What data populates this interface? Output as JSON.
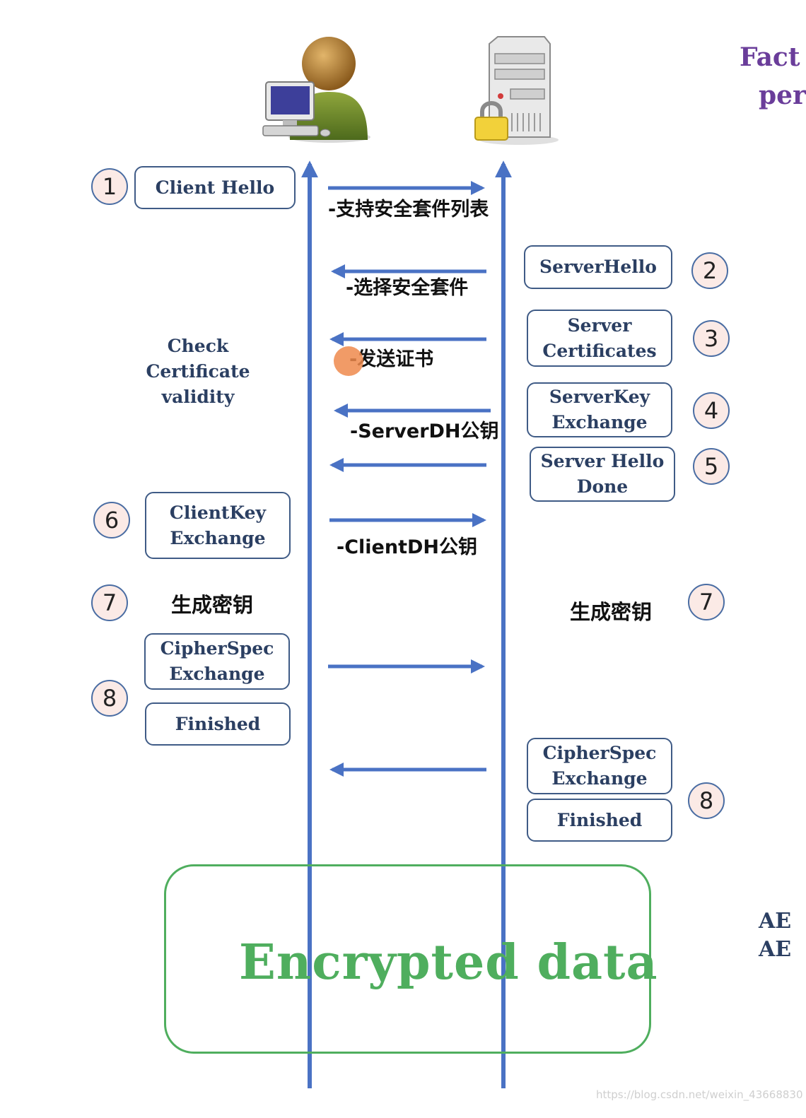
{
  "colors": {
    "line_blue": "#4a72c4",
    "box_border": "#3f5b86",
    "text_navy": "#2b3f62",
    "encrypted_green": "#4fae5e",
    "badge_fill": "#fbeae6",
    "side_purple": "#6a3d9a"
  },
  "actors": {
    "client": {
      "icon": "user-computer-icon"
    },
    "server": {
      "icon": "server-lock-icon"
    }
  },
  "steps": {
    "client_hello": {
      "number": "1",
      "label": "Client Hello",
      "message": "-支持安全套件列表"
    },
    "server_hello": {
      "number": "2",
      "label": "ServerHello",
      "message": "-选择安全套件"
    },
    "server_certificates": {
      "number": "3",
      "label": "Server\nCertificates",
      "message": "-发送证书"
    },
    "server_key_exchange": {
      "number": "4",
      "label": "ServerKey\nExchange",
      "message": "-ServerDH公钥"
    },
    "server_hello_done": {
      "number": "5",
      "label": "Server Hello\nDone"
    },
    "client_key_exchange": {
      "number": "6",
      "label": "ClientKey\nExchange",
      "message": "-ClientDH公钥"
    },
    "generate_key_client": {
      "number": "7",
      "label": "生成密钥"
    },
    "generate_key_server": {
      "number": "7",
      "label": "生成密钥"
    },
    "client_finish": {
      "number": "8",
      "cipher_label": "CipherSpec\nExchange",
      "finished_label": "Finished"
    },
    "server_finish": {
      "number": "8",
      "cipher_label": "CipherSpec\nExchange",
      "finished_label": "Finished"
    }
  },
  "check_certificate": "Check\nCertificate\nvalidity",
  "encrypted_data": "Encrypted data",
  "side_text": {
    "top_1": "Fact",
    "top_2": "per",
    "bottom_1": "AE",
    "bottom_2": "AE"
  },
  "watermark": "https://blog.csdn.net/weixin_43668830"
}
